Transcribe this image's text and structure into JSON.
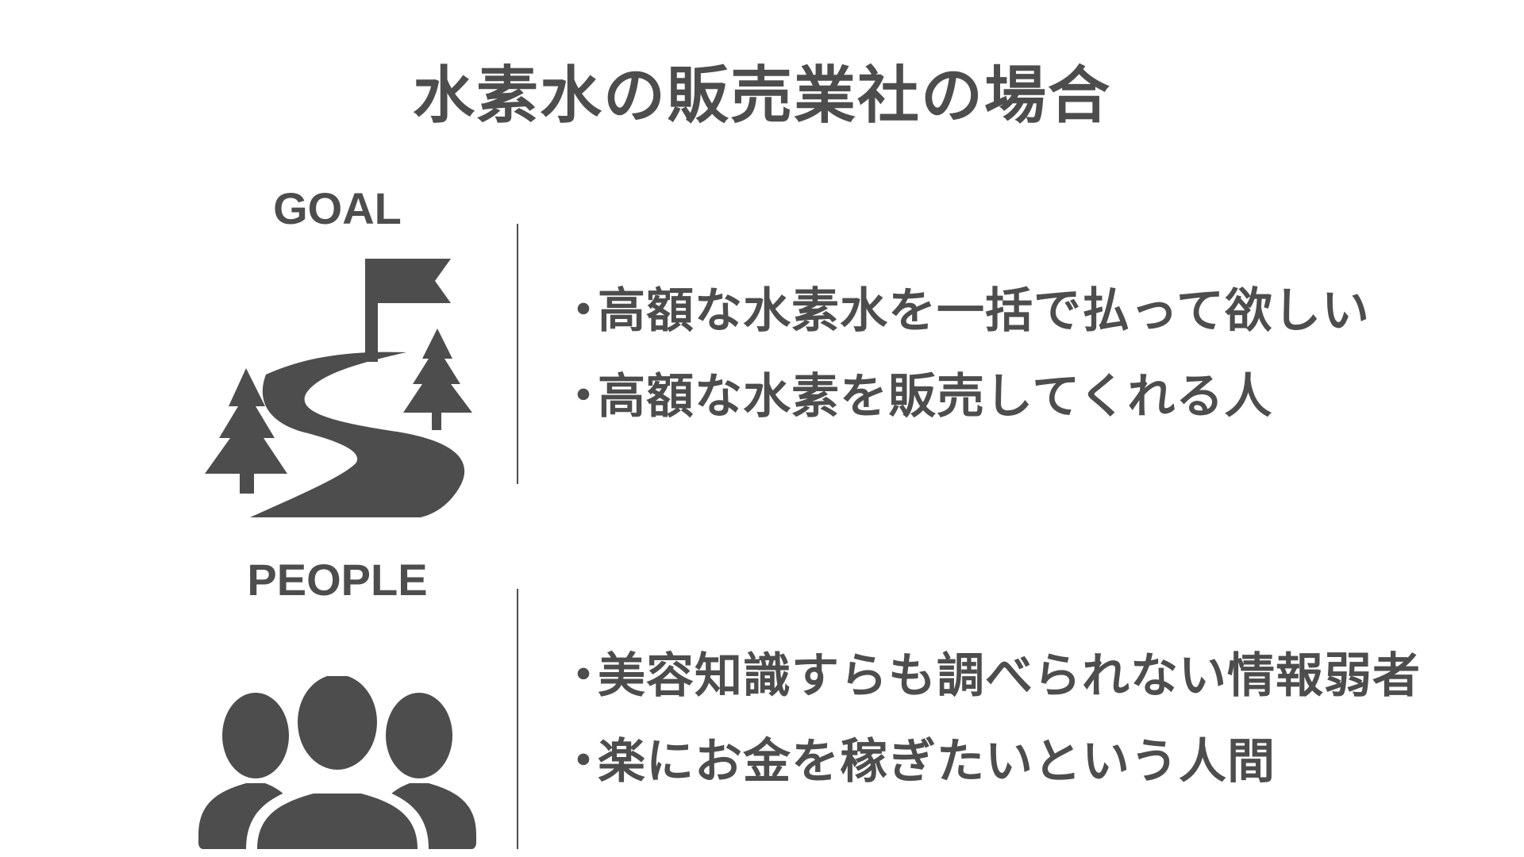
{
  "title": "水素水の販売業社の場合",
  "goal": {
    "label": "GOAL",
    "icon": "mountain-path-flag-icon",
    "bullets": [
      "高額な水素水を一括で払って欲しい",
      "高額な水素を販売してくれる人"
    ]
  },
  "people": {
    "label": "PEOPLE",
    "icon": "people-group-icon",
    "bullets": [
      "美容知識すらも調べられない情報弱者",
      "楽にお金を稼ぎたいという人間"
    ]
  },
  "bullet_marker": "・",
  "colors": {
    "text": "#4d4d4d",
    "background": "#ffffff"
  }
}
